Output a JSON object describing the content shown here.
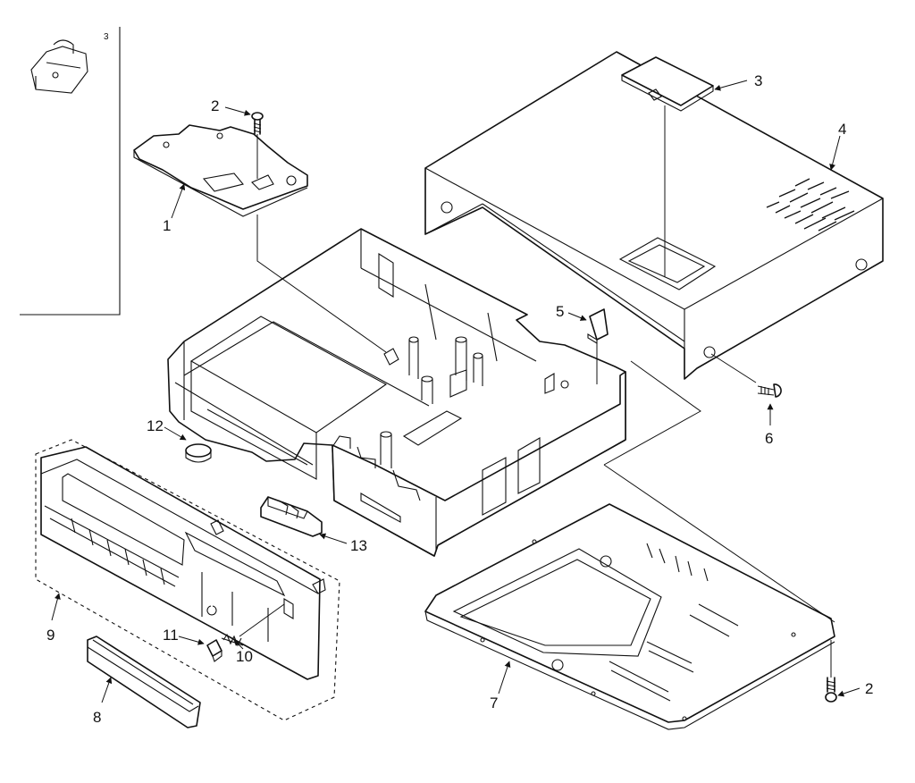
{
  "callouts": {
    "inset_3": "3",
    "c1": "1",
    "c2_top": "2",
    "c2_bottom": "2",
    "c3": "3",
    "c4": "4",
    "c5": "5",
    "c6": "6",
    "c7": "7",
    "c8": "8",
    "c9": "9",
    "c10": "10",
    "c11": "11",
    "c12": "12",
    "c13": "13"
  }
}
